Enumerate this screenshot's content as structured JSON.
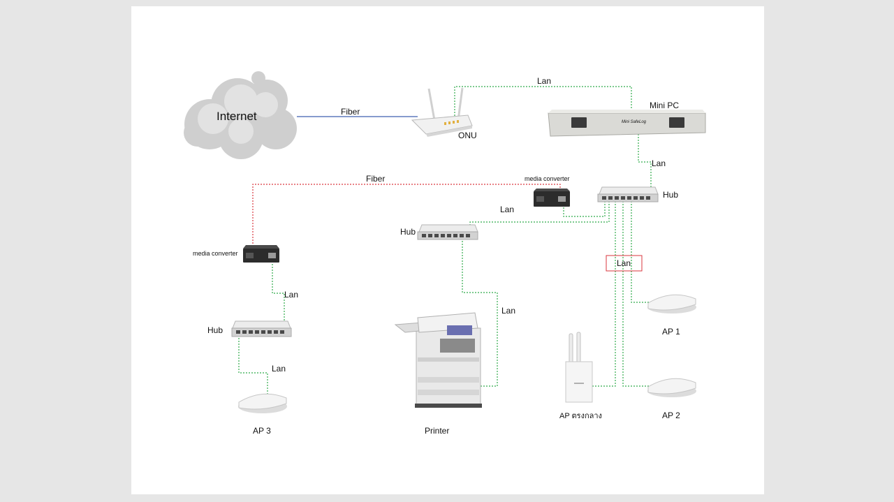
{
  "labels": {
    "internet": "Internet",
    "fiber_top": "Fiber",
    "onu": "ONU",
    "lan_top": "Lan",
    "mini_pc": "Mini PC",
    "mini_pc_brand": "Mini SafeLog",
    "lan_minipc_hub": "Lan",
    "hub_main": "Hub",
    "fiber_mid": "Fiber",
    "mc_right": "media converter",
    "lan_mc_right": "Lan",
    "hub_mid": "Hub",
    "mc_left": "media converter",
    "lan_mc_left": "Lan",
    "hub_left": "Hub",
    "lan_hub_left_ap3": "Lan",
    "ap3": "AP 3",
    "lan_printer": "Lan",
    "printer": "Printer",
    "lan_boxed": "Lan",
    "ap1": "AP 1",
    "ap2": "AP 2",
    "ap_outdoor": "AP ตรงกลาง"
  },
  "colors": {
    "fiber_blue": "#3f5fb0",
    "fiber_red": "#d9363e",
    "lan_green": "#2faa4a",
    "highlight_box": "#d9363e"
  }
}
